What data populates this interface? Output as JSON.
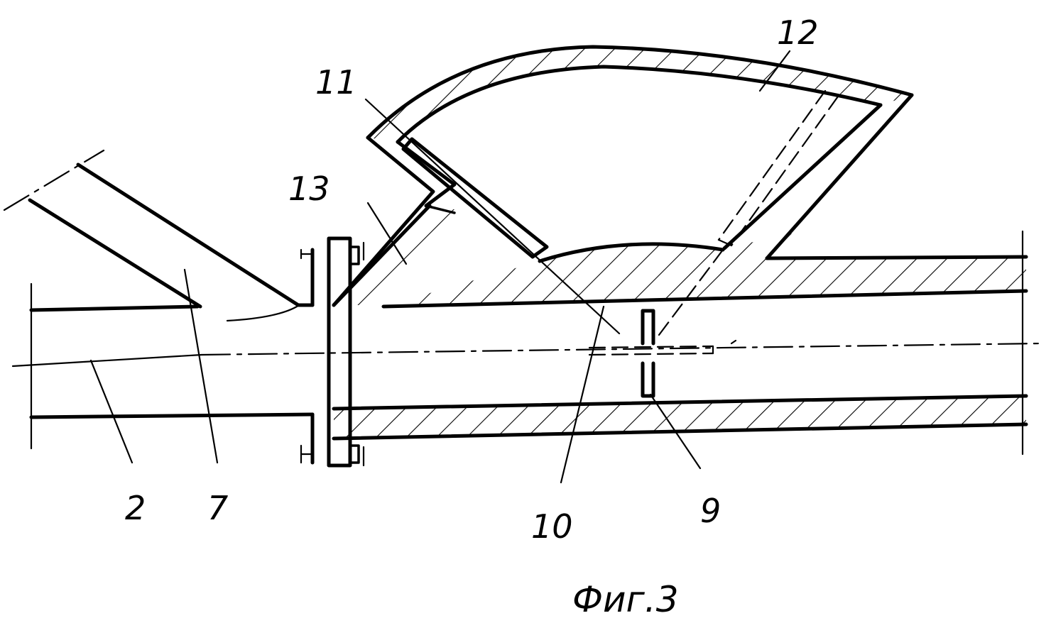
{
  "figure": {
    "caption": "Фиг.3",
    "callouts": [
      {
        "id": "2",
        "text": "2"
      },
      {
        "id": "7",
        "text": "7"
      },
      {
        "id": "9",
        "text": "9"
      },
      {
        "id": "10",
        "text": "10"
      },
      {
        "id": "11",
        "text": "11"
      },
      {
        "id": "12",
        "text": "12"
      },
      {
        "id": "13",
        "text": "13"
      }
    ]
  }
}
